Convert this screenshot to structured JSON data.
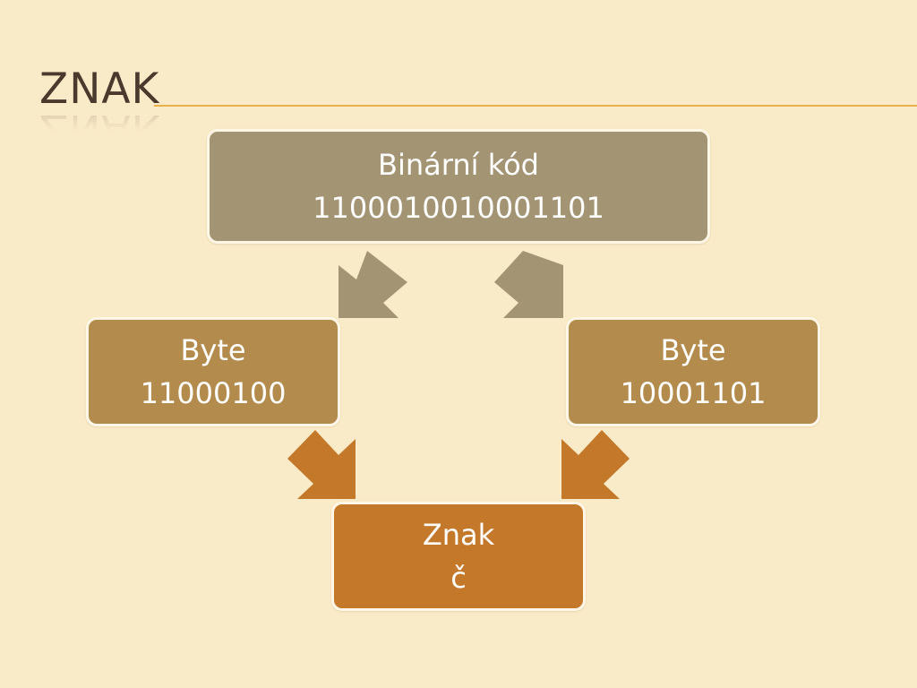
{
  "slide": {
    "title": "ZNAK"
  },
  "diagram": {
    "top_box": {
      "line1": "Binární kód",
      "line2": "1100010010001101"
    },
    "left_box": {
      "line1": "Byte",
      "line2": "11000100"
    },
    "right_box": {
      "line1": "Byte",
      "line2": "10001101"
    },
    "bottom_box": {
      "line1": "Znak",
      "line2": "č"
    }
  },
  "colors": {
    "background": "#FAEBC8",
    "title_rule": "#E8B04A",
    "top_box": "#A39474",
    "middle_boxes": "#B38B4D",
    "bottom_box": "#C4782A",
    "upper_arrows": "#A39474",
    "lower_arrows": "#C4782A"
  }
}
